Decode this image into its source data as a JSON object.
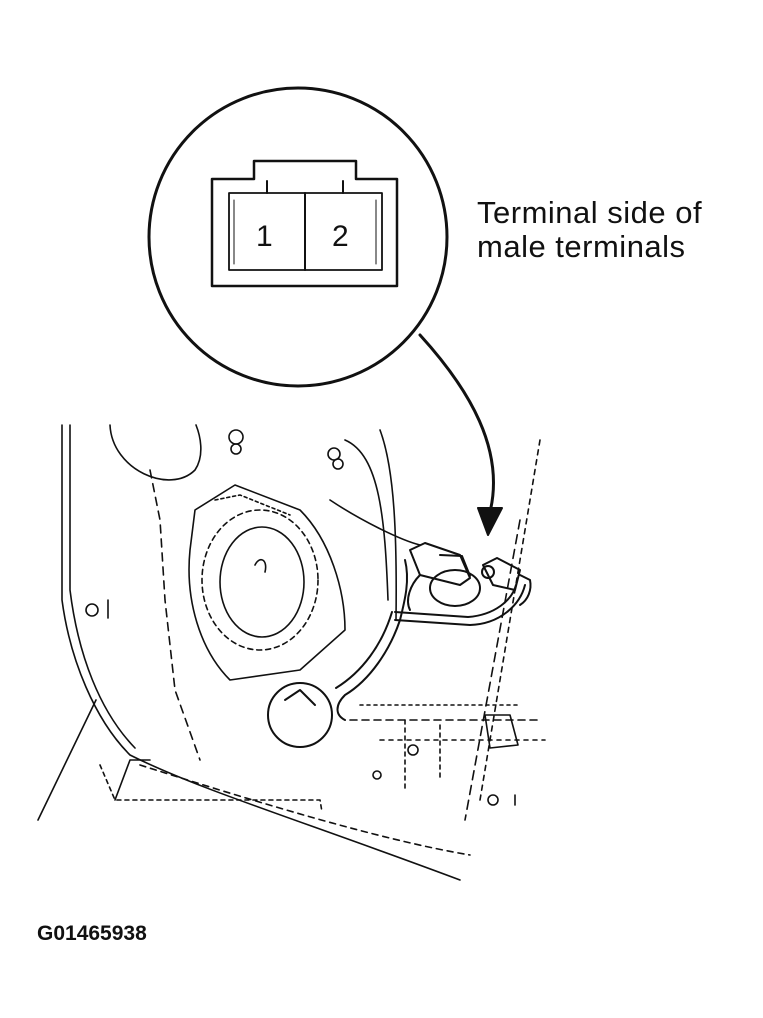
{
  "callout": {
    "line1": "Terminal side of",
    "line2": "male terminals"
  },
  "connector": {
    "pin1": "1",
    "pin2": "2"
  },
  "figure_id": "G01465938",
  "colors": {
    "ink": "#111111",
    "background": "#ffffff"
  }
}
